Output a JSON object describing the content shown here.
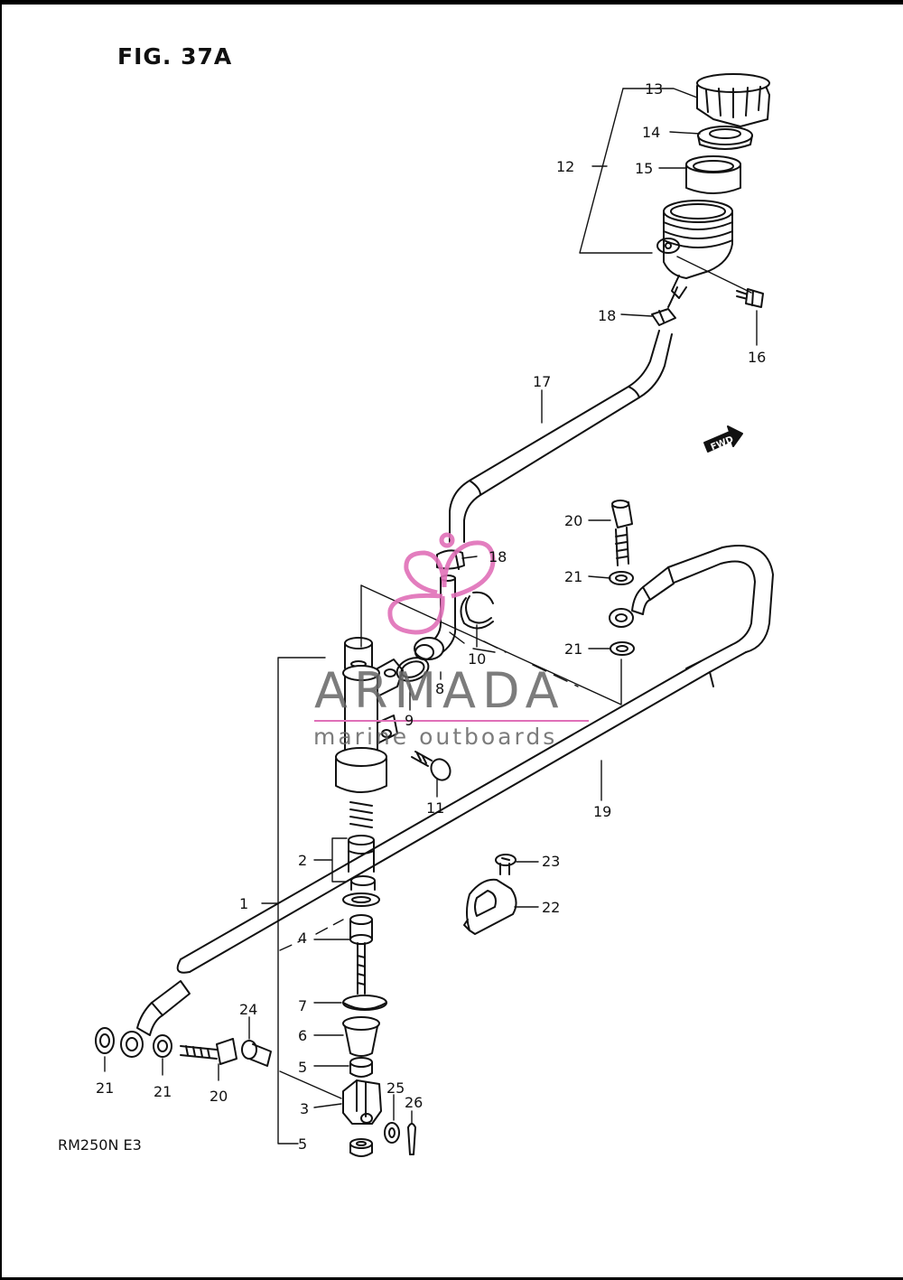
{
  "figure": {
    "title": "FIG. 37A",
    "model": "RM250N E3"
  },
  "watermark": {
    "brand": "ARMADA",
    "tagline": "marine outboards",
    "logo_color": "#e070b8"
  },
  "direction_marker": {
    "text": "FWD"
  },
  "callouts": {
    "c1": "1",
    "c2": "2",
    "c3": "3",
    "c4": "4",
    "c5a": "5",
    "c5b": "5",
    "c6": "6",
    "c7": "7",
    "c8": "8",
    "c9": "9",
    "c10": "10",
    "c11": "11",
    "c12": "12",
    "c13": "13",
    "c14": "14",
    "c15": "15",
    "c16": "16",
    "c17": "17",
    "c18a": "18",
    "c18b": "18",
    "c19": "19",
    "c20a": "20",
    "c20b": "20",
    "c21a": "21",
    "c21b": "21",
    "c21c": "21",
    "c21d": "21",
    "c22": "22",
    "c23": "23",
    "c24": "24",
    "c25": "25",
    "c26": "26"
  }
}
